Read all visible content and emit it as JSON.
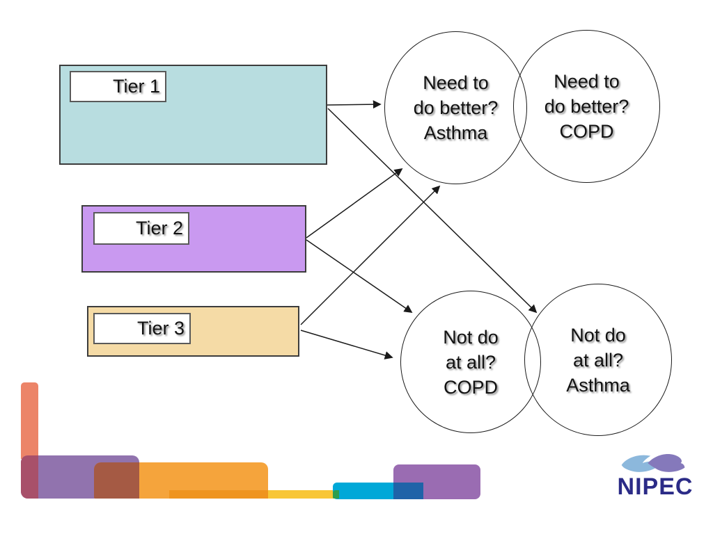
{
  "slide": {
    "background": "#ffffff",
    "tiers": [
      {
        "label": "Tier 1",
        "fill": "#b8dde0"
      },
      {
        "label": "Tier 2",
        "fill": "#c999f0"
      },
      {
        "label": "Tier 3",
        "fill": "#f5dba6"
      }
    ],
    "circles": [
      {
        "lines": [
          "Need to",
          "do better?",
          "Asthma"
        ]
      },
      {
        "lines": [
          "Need to",
          "do better?",
          "COPD"
        ]
      },
      {
        "lines": [
          "Not do",
          "at all?",
          "COPD"
        ]
      },
      {
        "lines": [
          "Not do",
          "at all?",
          "Asthma"
        ]
      }
    ],
    "decor": [
      {
        "name": "salmon-bar",
        "color": "#ec8468"
      },
      {
        "name": "purple-bar",
        "color": "#9173ae"
      },
      {
        "name": "salmon-purple-overlap",
        "color": "#a8506a"
      },
      {
        "name": "orange-bar",
        "color": "#f5a43c"
      },
      {
        "name": "orange-purple-overlap",
        "color": "#a55a44"
      },
      {
        "name": "yellow-strip",
        "color": "#f8c636"
      },
      {
        "name": "yellow-orange-overlap",
        "color": "#ef941f"
      },
      {
        "name": "cyan-bar",
        "color": "#00a8d8"
      },
      {
        "name": "yellow-cyan-overlap",
        "color": "#2f9e4e"
      },
      {
        "name": "purple-rect",
        "color": "#9a6cb2"
      },
      {
        "name": "cyan-purple-overlap",
        "color": "#1f63a8"
      }
    ],
    "logo": {
      "text": "NIPEC",
      "text_color": "#2b2b87",
      "swoosh_blue": "#8cb8dc",
      "swoosh_purple": "#8579bb"
    }
  }
}
